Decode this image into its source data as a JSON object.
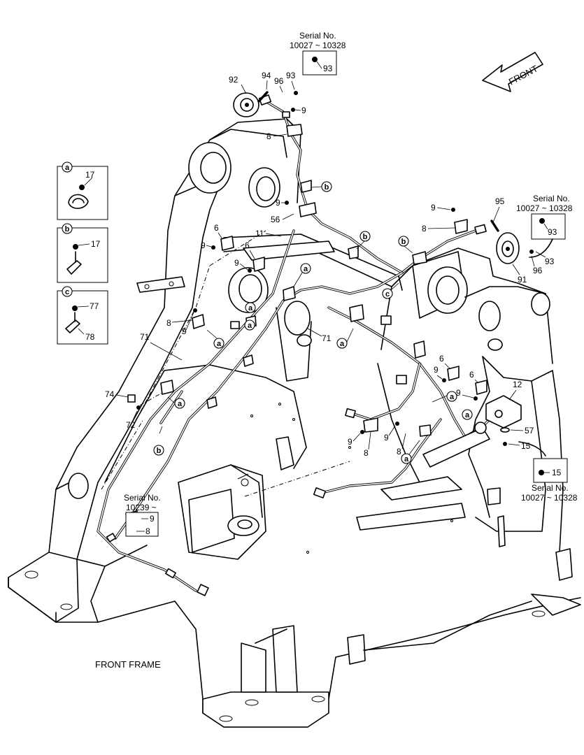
{
  "diagram": {
    "title": "FRONT FRAME",
    "direction_label": "FRONT",
    "serial_notes": {
      "top": {
        "line1": "Serial No.",
        "line2": "10027 ~ 10328",
        "part": "93"
      },
      "right": {
        "line1": "Serial No.",
        "line2": "10027 ~ 10328",
        "part": "93"
      },
      "bottom_right": {
        "line1": "Serial No.",
        "line2": "10027 ~ 10328",
        "part": "15"
      },
      "left": {
        "line1": "Serial No.",
        "line2": "10239 ~",
        "part_a": "9",
        "part_b": "8"
      }
    },
    "detail_boxes": [
      {
        "tag": "a",
        "parts": [
          "17"
        ]
      },
      {
        "tag": "b",
        "parts": [
          "17"
        ]
      },
      {
        "tag": "c",
        "parts": [
          "77",
          "78"
        ]
      }
    ],
    "part_labels": {
      "p92": "92",
      "p94": "94",
      "p96a": "96",
      "p93a": "93",
      "p9a": "9",
      "p8a": "8",
      "p9b": "9",
      "p56": "56",
      "p6a": "6",
      "p9c": "9",
      "p11": "11",
      "p6b": "6",
      "p9d": "9",
      "p8b": "8",
      "p9e": "9",
      "p71a": "71",
      "p71b": "71",
      "p74": "74",
      "p72": "72",
      "p9f": "9",
      "p95": "95",
      "p8c": "8",
      "p91": "91",
      "p96b": "96",
      "p93b": "93",
      "p6c": "6",
      "p9g": "9",
      "p6d": "6",
      "p9h": "9",
      "p12": "12",
      "p57": "57",
      "p15": "15",
      "p9i": "9",
      "p8d": "8",
      "p9j": "9",
      "p8e": "8"
    },
    "callouts": {
      "b1": "b",
      "b2": "b",
      "b3": "b",
      "b4": "b",
      "a1": "a",
      "a2": "a",
      "a3": "a",
      "a4": "a",
      "a5": "a",
      "a6": "a",
      "a7": "a",
      "a8": "a",
      "a9": "a",
      "c1": "c"
    }
  }
}
